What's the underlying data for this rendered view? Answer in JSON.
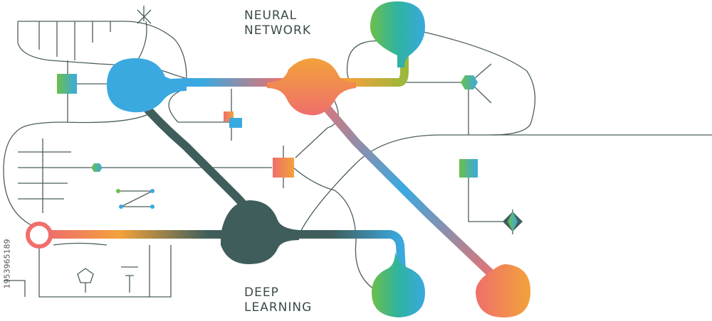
{
  "labels": {
    "top_line1": "NEURAL",
    "top_line2": "NETWORK",
    "bottom_line1": "DEEP",
    "bottom_line2": "LEARNING"
  },
  "stock_id": "1953965189",
  "colors": {
    "blue": "#3aa9e0",
    "dark_teal": "#3f5e5b",
    "orange": "#f2a23a",
    "coral": "#ef6f6c",
    "green": "#6cbf4a",
    "wire": "#4b5e5c"
  }
}
